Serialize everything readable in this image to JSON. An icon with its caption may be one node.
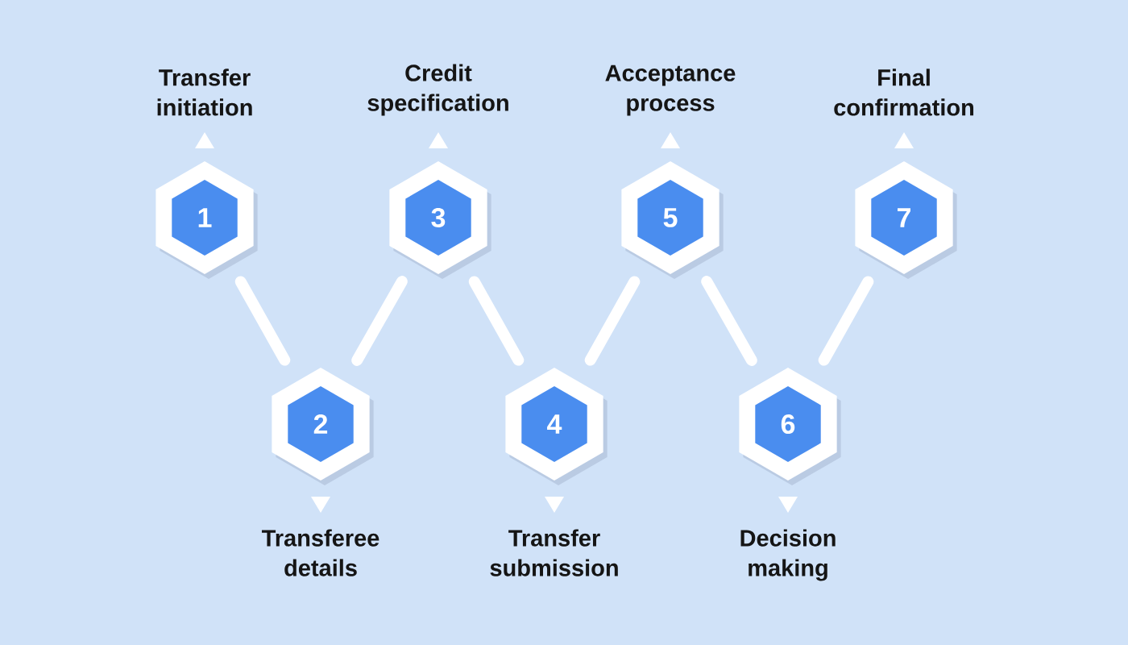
{
  "diagram": {
    "nodes": [
      {
        "text": [
          "1"
        ],
        "beside": [
          "Transfer initiation"
        ]
      },
      {
        "text": [
          "2"
        ],
        "beside": [
          "Transferee details"
        ]
      },
      {
        "text": [
          "3"
        ],
        "beside": [
          "Credit specification"
        ]
      },
      {
        "text": [
          "4"
        ],
        "beside": [
          "Transfer submission"
        ]
      },
      {
        "text": [
          "5"
        ],
        "beside": [
          "Acceptance process"
        ]
      },
      {
        "text": [
          "6"
        ],
        "beside": [
          "Decision making"
        ]
      },
      {
        "text": [
          "7"
        ],
        "beside": [
          "Final confirmation"
        ]
      }
    ],
    "edges": [
      {
        "from": 0,
        "to": 1,
        "arrow": "none"
      },
      {
        "from": 1,
        "to": 2,
        "arrow": "none"
      },
      {
        "from": 2,
        "to": 3,
        "arrow": "none"
      },
      {
        "from": 3,
        "to": 4,
        "arrow": "none"
      },
      {
        "from": 4,
        "to": 5,
        "arrow": "none"
      },
      {
        "from": 5,
        "to": 6,
        "arrow": "none"
      }
    ]
  }
}
